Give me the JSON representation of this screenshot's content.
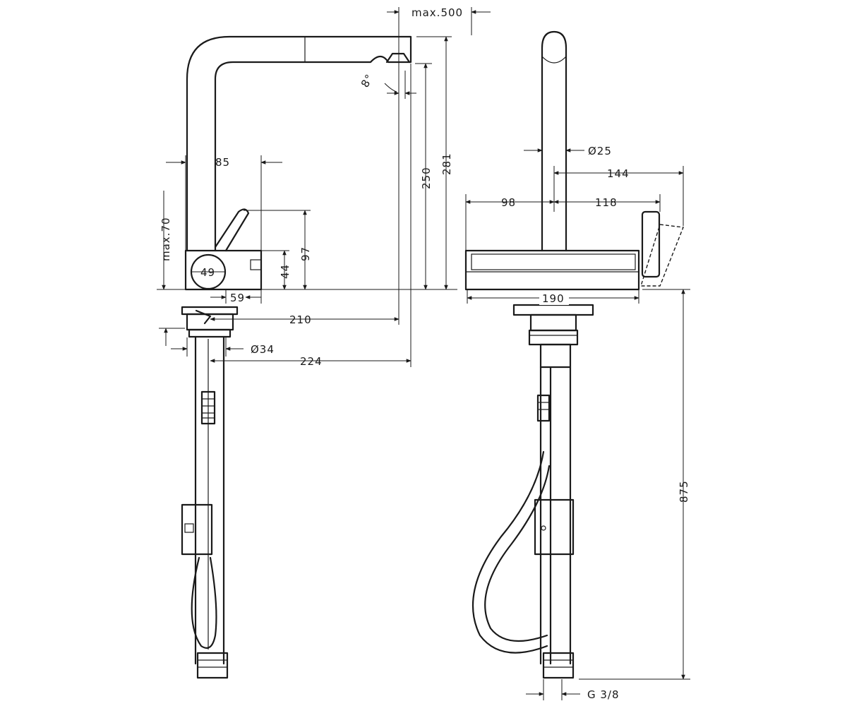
{
  "dimensions": {
    "max_500": "max.500",
    "d281": "281",
    "d250": "250",
    "d85": "85",
    "max_70": "max.70",
    "d97": "97",
    "d44": "44",
    "d49": "49",
    "d59": "59",
    "d210": "210",
    "d34": "Ø34",
    "d224": "224",
    "d25": "Ø25",
    "d144": "144",
    "d98": "98",
    "d118": "118",
    "d190": "190",
    "d875": "875",
    "g38": "G 3/8",
    "angle": "8°"
  }
}
